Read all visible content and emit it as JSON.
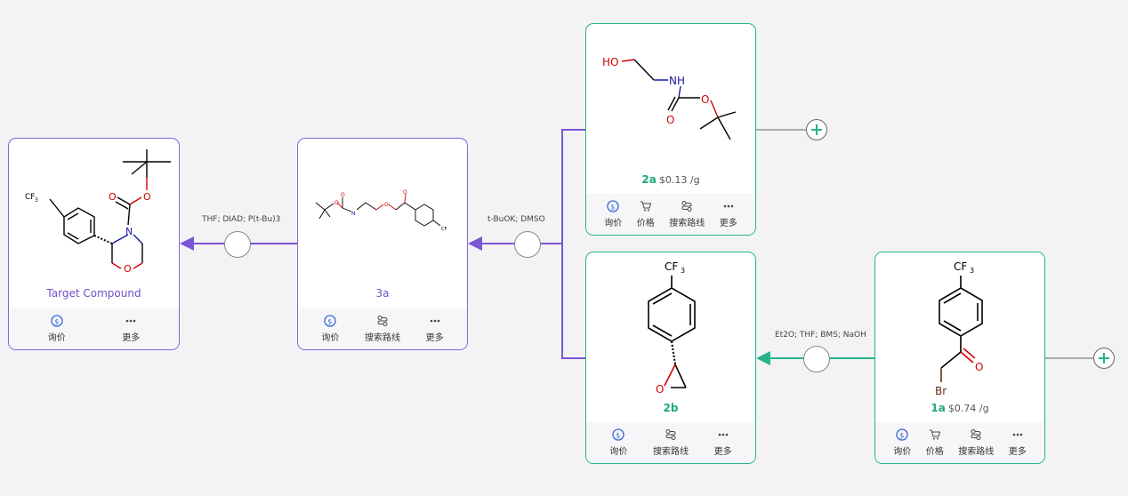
{
  "target": {
    "name": "Target Compound",
    "actions": [
      "询价",
      "更多"
    ]
  },
  "intermediate_3a": {
    "id": "3a",
    "actions": [
      "询价",
      "搜索路线",
      "更多"
    ]
  },
  "sm_2a": {
    "id": "2a",
    "price": "$0.13 /g",
    "actions": [
      "询价",
      "价格",
      "搜索路线",
      "更多"
    ]
  },
  "sm_2b": {
    "id": "2b",
    "actions": [
      "询价",
      "搜索路线",
      "更多"
    ]
  },
  "sm_1a": {
    "id": "1a",
    "price": "$0.74 /g",
    "actions": [
      "询价",
      "价格",
      "搜索路线",
      "更多"
    ]
  },
  "reactions": {
    "r1": "THF; DIAD; P(t-Bu)3",
    "r2": "t-BuOK; DMSO",
    "r3": "Et2O; THF; BMS; NaOH"
  },
  "atoms": {
    "cf3": "CF",
    "three": "3",
    "n": "N",
    "o": "O",
    "ho": "HO",
    "nh": "NH",
    "br": "Br"
  },
  "colors": {
    "purple": "#8a62d8",
    "green": "#27b48a"
  }
}
